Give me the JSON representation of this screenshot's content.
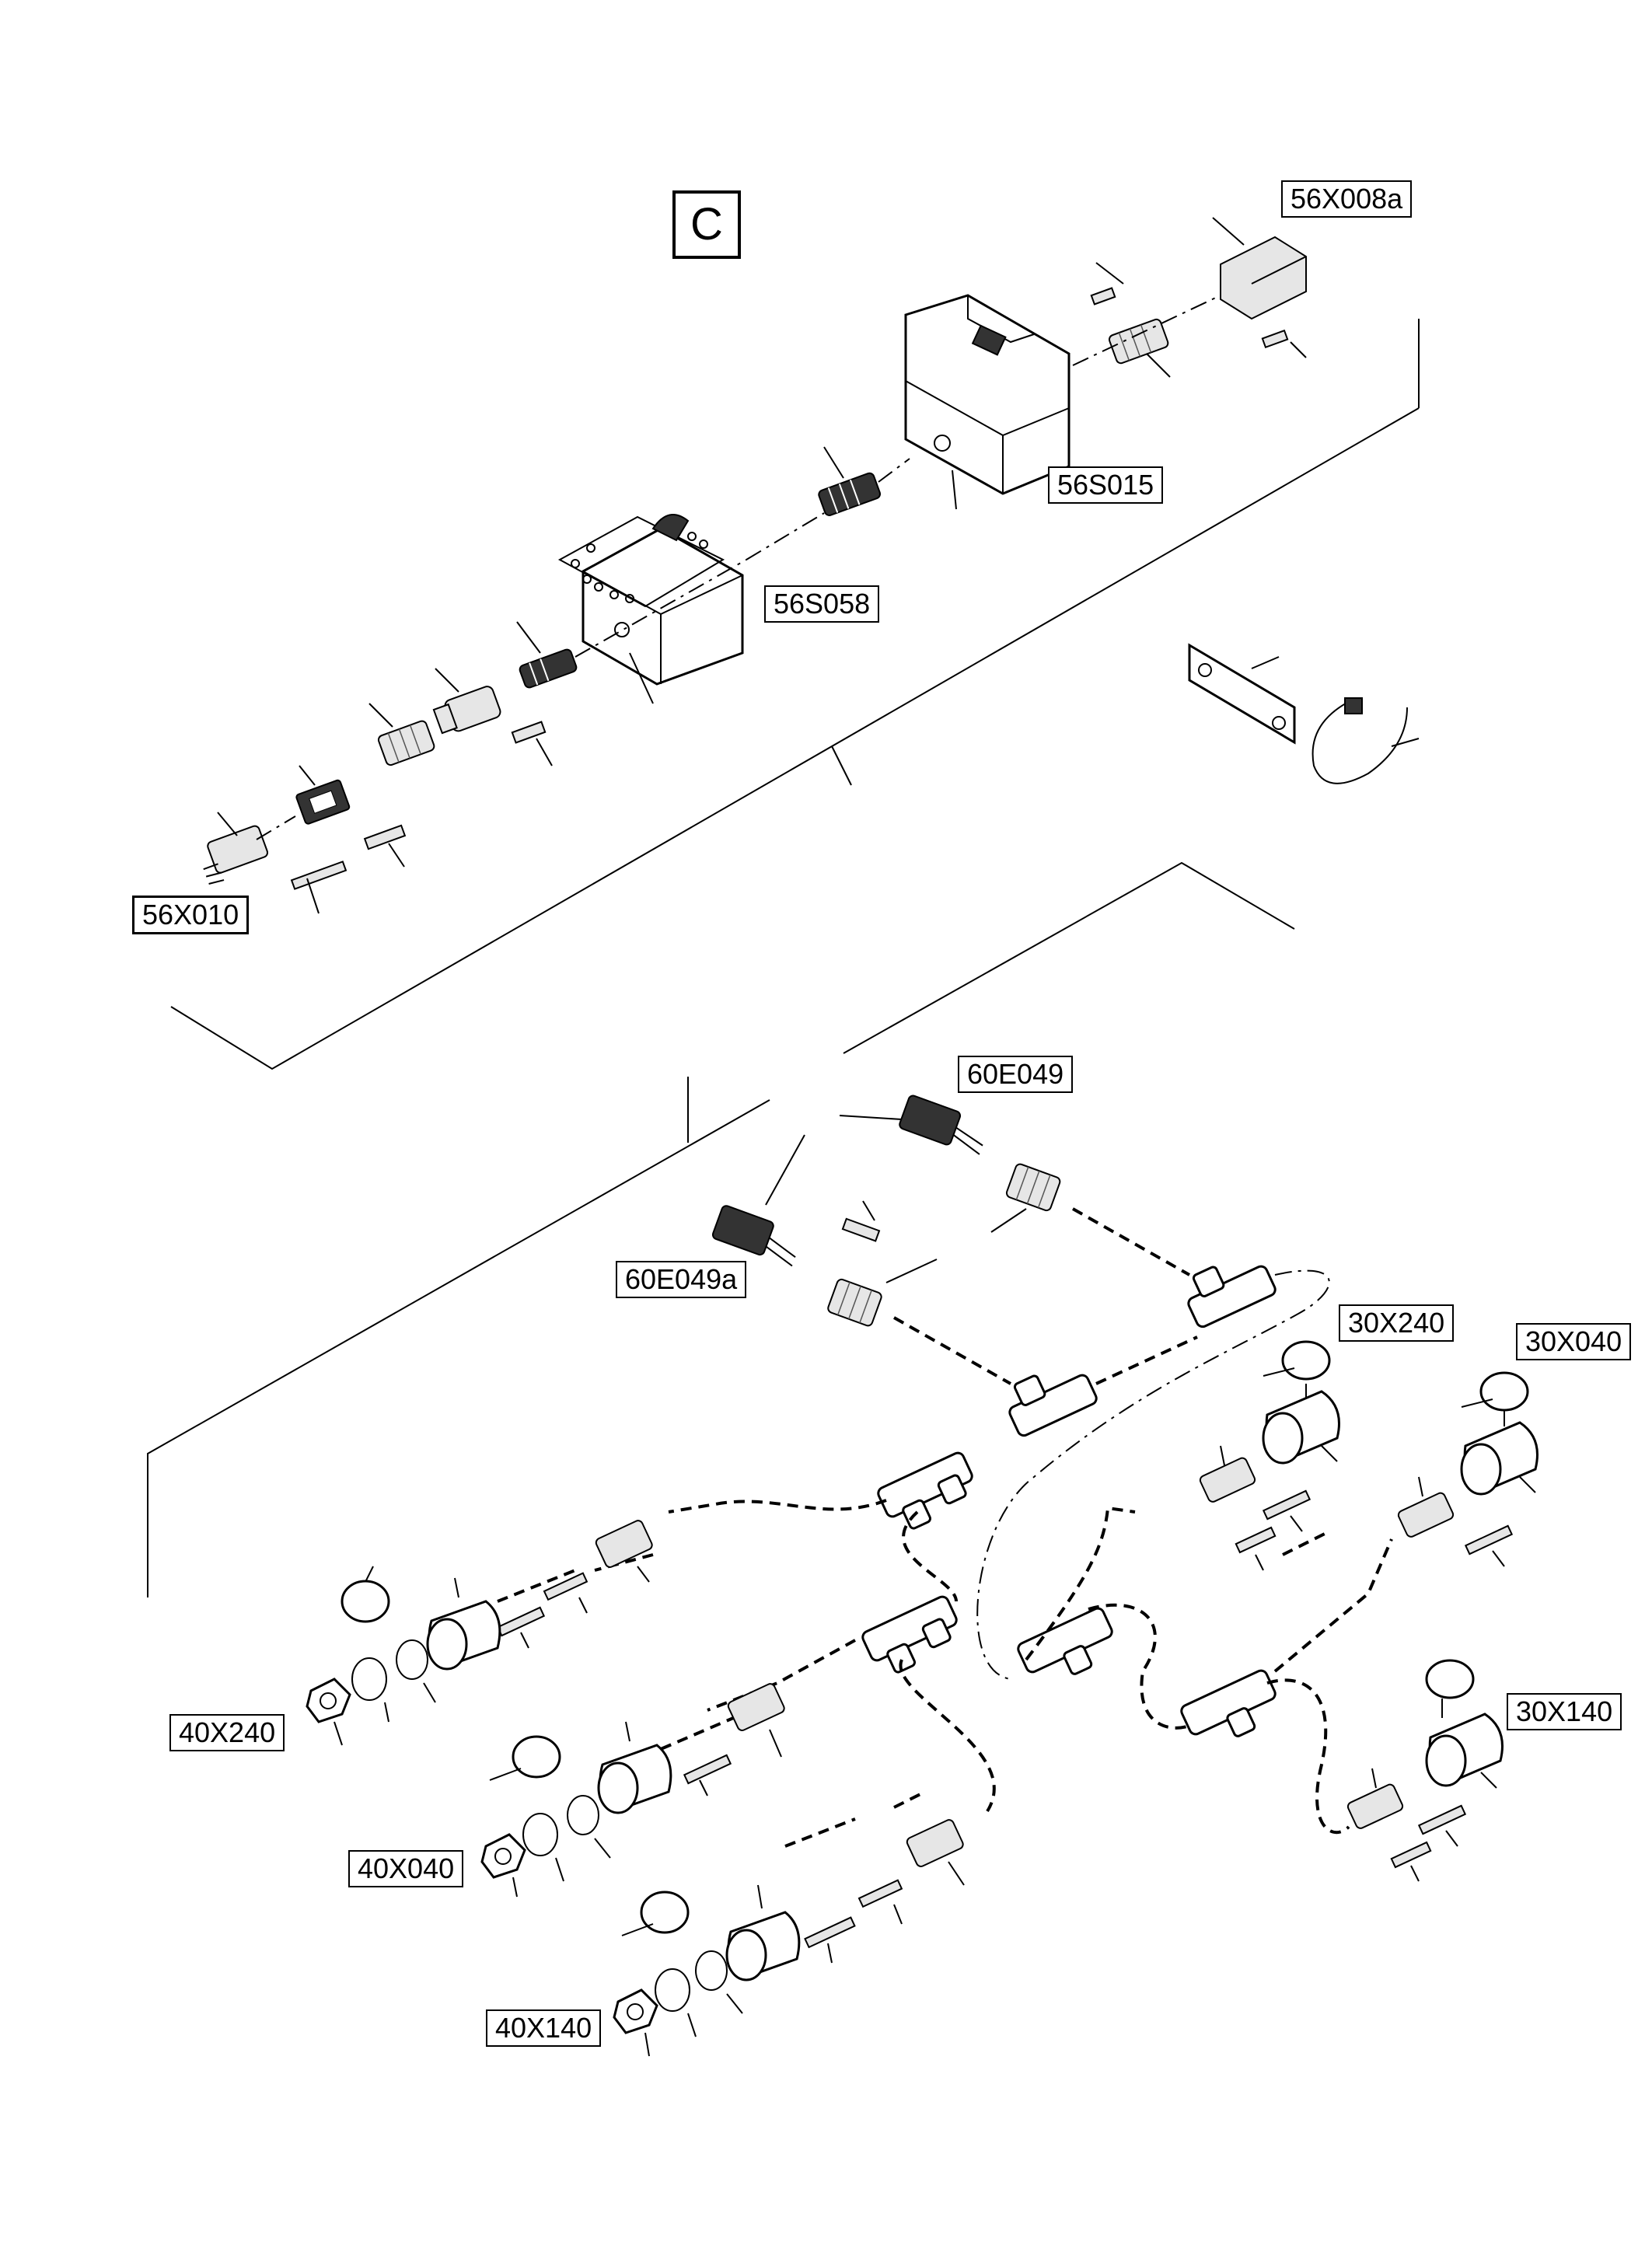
{
  "view_marker": "C",
  "labels": {
    "l_56X008a": "56X008a",
    "l_56S015": "56S015",
    "l_56S058": "56S058",
    "l_56X010": "56X010",
    "l_60E049": "60E049",
    "l_60E049a": "60E049a",
    "l_30X240": "30X240",
    "l_30X040": "30X040",
    "l_30X140": "30X140",
    "l_40X240": "40X240",
    "l_40X040": "40X040",
    "l_40X140": "40X140"
  }
}
